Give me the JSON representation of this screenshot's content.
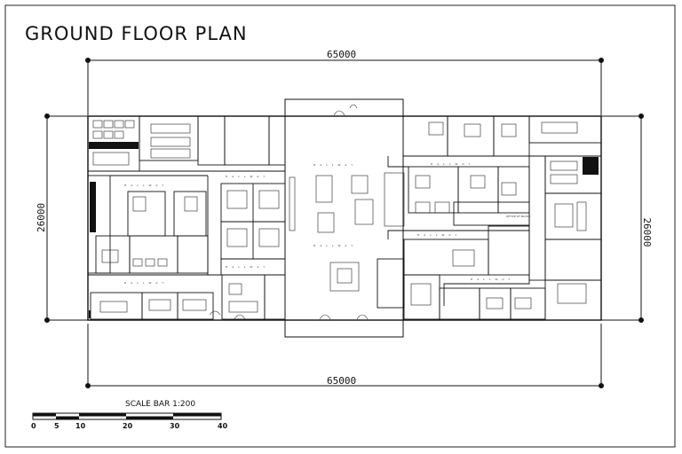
{
  "drawing": {
    "title": "GROUND FLOOR PLAN",
    "dimension_top": "65000",
    "dimension_bottom": "65000",
    "dimension_left": "26000",
    "dimension_right": "26000",
    "scale_title": "SCALE BAR 1:200",
    "scale_ticks": [
      "0",
      "5",
      "10",
      "20",
      "30",
      "40"
    ]
  },
  "rooms": {
    "hallway_label": "H A L L W A Y",
    "office_label": "OFFICE OF MAYOR"
  }
}
